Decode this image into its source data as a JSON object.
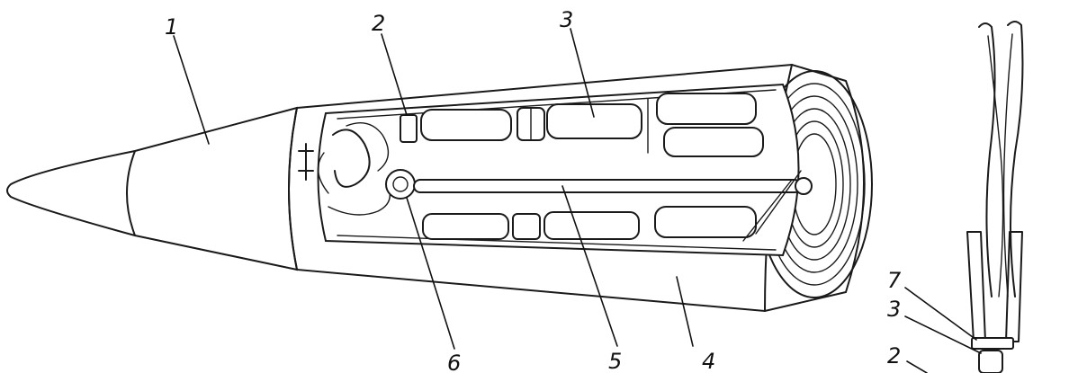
{
  "callouts": {
    "nose_cone": "1",
    "top_left_part": "2",
    "top_cylinders": "3",
    "outer_casing": "4",
    "central_rod": "5",
    "front_mechanism": "6"
  },
  "side_callouts": {
    "item_7": "7",
    "item_3": "3",
    "item_2": "2"
  },
  "colors": {
    "ink": "#1a1a1a",
    "background": "#ffffff"
  }
}
